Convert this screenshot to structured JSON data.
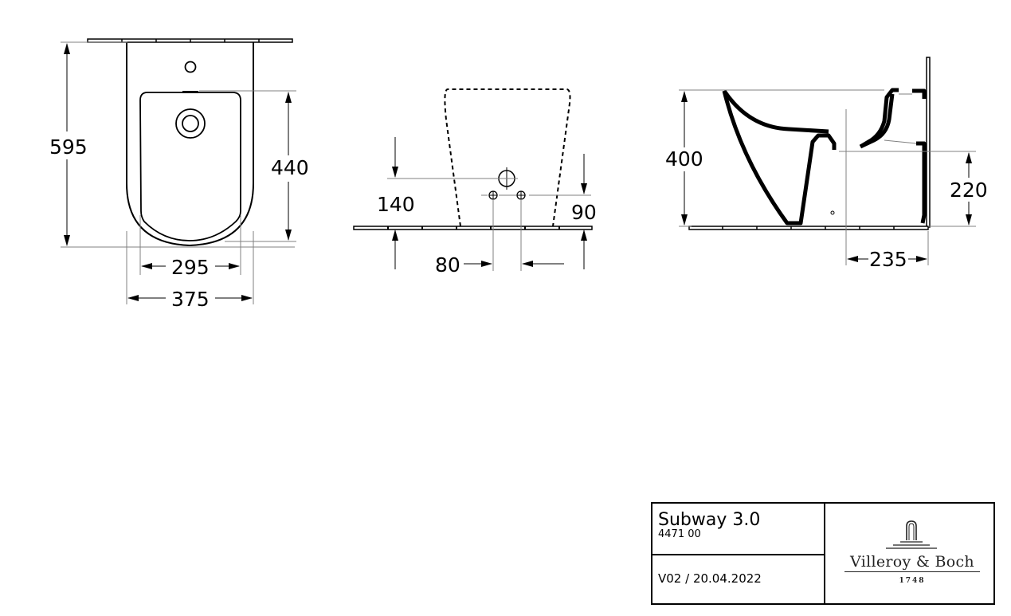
{
  "drawing": {
    "views": {
      "top_view": {
        "dimensions": {
          "total_depth": "595",
          "bowl_depth": "440",
          "bowl_width": "295",
          "total_width": "375"
        }
      },
      "front_view": {
        "dimensions": {
          "supply_height": "140",
          "anchor_height": "90",
          "anchor_spacing": "80"
        }
      },
      "side_view": {
        "dimensions": {
          "rim_height": "400",
          "waste_outlet_height": "220",
          "waste_outlet_distance": "235"
        }
      }
    },
    "colors": {
      "line": "#000000",
      "dimension_line": "#808080",
      "background": "#ffffff"
    }
  },
  "title_block": {
    "product_name": "Subway 3.0",
    "article_number": "4471 00",
    "revision": "V02 / 20.04.2022",
    "brand": {
      "name": "Villeroy & Boch",
      "year": "1748",
      "icon": "fountain-arch-icon"
    }
  }
}
